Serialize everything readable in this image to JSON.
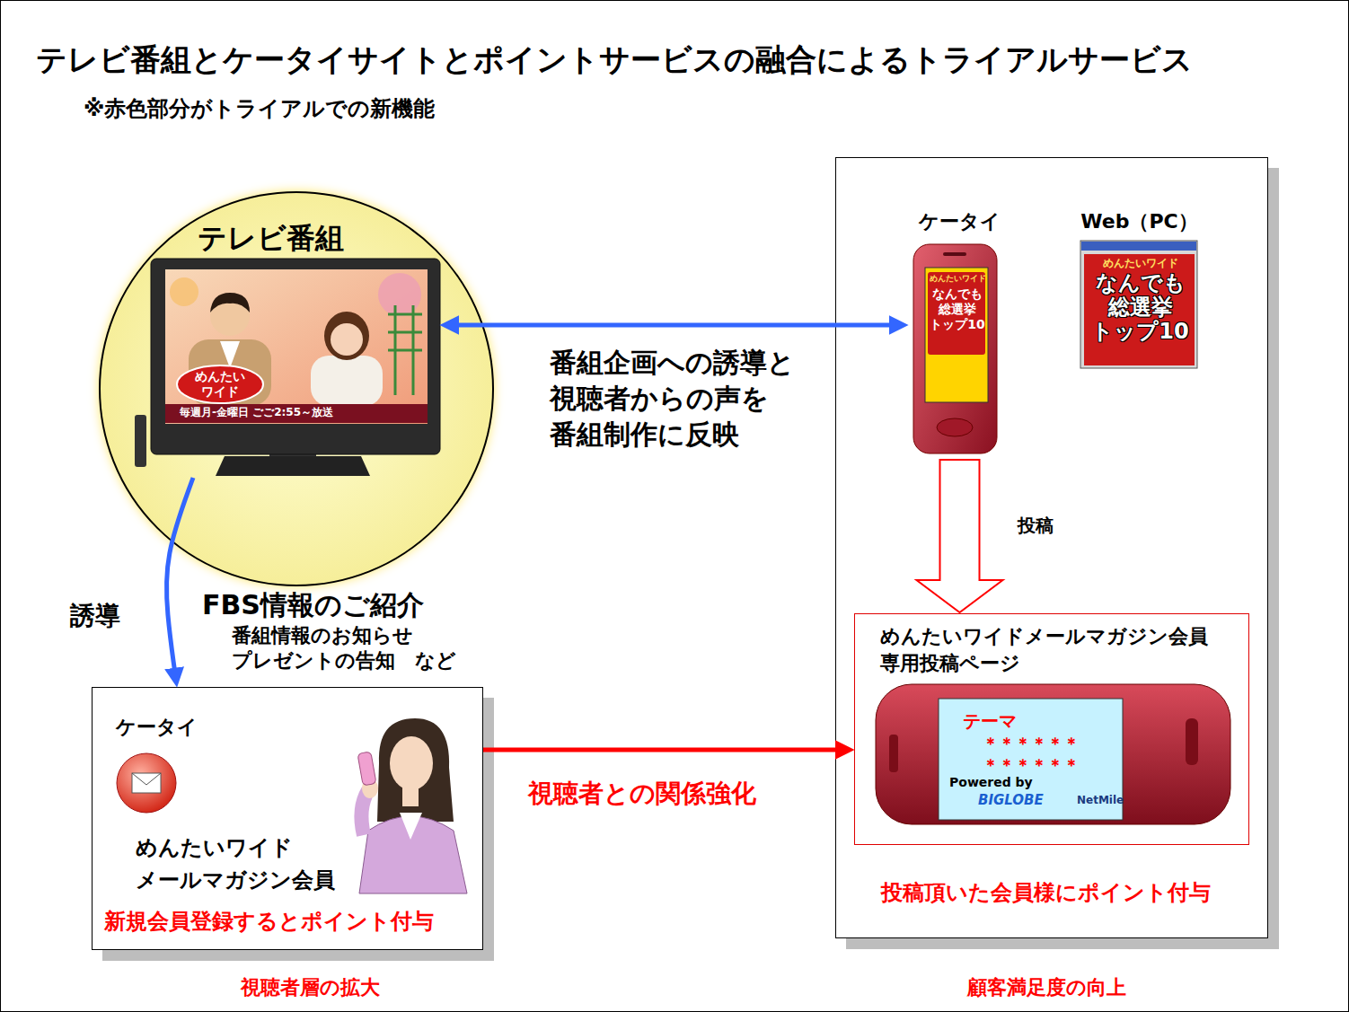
{
  "diagram": {
    "title": "テレビ番組とケータイサイトとポイントサービスの融合によるトライアルサービス",
    "nodes": [
      {
        "text": [
          "テレビ番組"
        ]
      },
      {
        "text": [
          "めんたいワイド",
          "毎週月-金曜日 ごご2:55～放送"
        ],
        "in": 0
      },
      {
        "text": [
          "投稿頂いた会員様にポイント付与"
        ]
      },
      {
        "text": [
          "ケータイ",
          "めんたいワイド",
          "なんでも 総選挙 トップ10"
        ],
        "in": 2
      },
      {
        "text": [
          "Web（PC）",
          "めんたいワイド",
          "なんでも 総選挙 トップ10"
        ],
        "in": 2
      },
      {
        "text": [
          "めんたいワイドメールマガジン会員 専用投稿ページ"
        ],
        "in": 2
      },
      {
        "text": [
          "テーマ",
          "＊＊＊＊＊＊",
          "＊＊＊＊＊＊",
          "Powered by",
          "BIGLOBE",
          "NetMile"
        ],
        "in": 5
      },
      {
        "text": [
          "ケータイ",
          "めんたいワイド メールマガジン会員",
          "新規会員登録するとポイント付与"
        ]
      }
    ],
    "edges": [
      {
        "from": 1,
        "to": 3,
        "arrow": "both",
        "label": "番組企画への誘導と 視聴者からの声を 番組制作に反映"
      },
      {
        "from": 1,
        "to": 7,
        "arrow": "to",
        "label": "誘導"
      },
      {
        "from": 3,
        "to": 5,
        "arrow": "to",
        "label": "投稿"
      },
      {
        "from": 7,
        "to": 5,
        "arrow": "to",
        "label": "視聴者との関係強化"
      }
    ],
    "labels": [
      "※赤色部分がトライアルでの新機能",
      "FBS情報のご紹介",
      "番組情報のお知らせ",
      "プレゼントの告知　など",
      "視聴者層の拡大",
      "顧客満足度の向上"
    ]
  }
}
